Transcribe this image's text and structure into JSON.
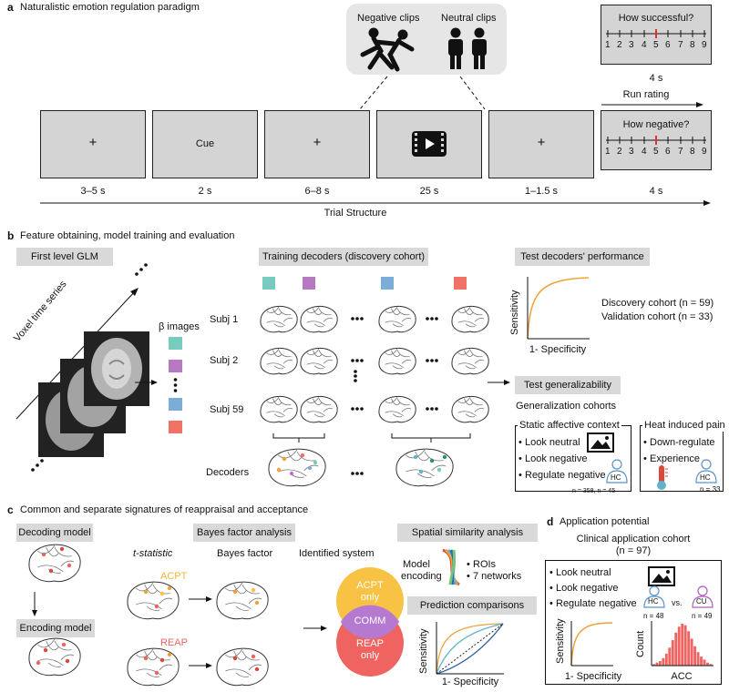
{
  "panel_a": {
    "letter": "a",
    "title": "Naturalistic emotion regulation paradigm",
    "clip_types": [
      "Negative clips",
      "Neutral clips"
    ],
    "screens": [
      {
        "content": "+",
        "duration": "3–5 s"
      },
      {
        "content": "Cue",
        "duration": "2 s"
      },
      {
        "content": "+",
        "duration": "6–8 s"
      },
      {
        "content": "video-icon",
        "duration": "25 s"
      },
      {
        "content": "+",
        "duration": "1–1.5 s"
      },
      {
        "content": "How negative?",
        "duration": "4 s"
      }
    ],
    "trial_axis": "Trial Structure",
    "run_rating": {
      "question": "How successful?",
      "duration": "4 s",
      "label": "Run rating"
    },
    "scale": [
      "1",
      "2",
      "3",
      "4",
      "5",
      "6",
      "7",
      "8",
      "9"
    ],
    "marker_color": "#e0312b"
  },
  "panel_b": {
    "letter": "b",
    "title": "Feature obtaining, model training and evaluation",
    "first_level": "First level GLM",
    "voxel_axis": "Voxel time series",
    "beta_label": "β images",
    "training_header": "Training decoders (discovery cohort)",
    "subjects": [
      "Subj 1",
      "Subj 2",
      "Subj 59"
    ],
    "decoders_label": "Decoders",
    "colors": [
      "#78cbbf",
      "#b779c2",
      "#7aaed6",
      "#ef7264"
    ],
    "test_header": "Test decoders' performance",
    "roc_ylabel": "Sensitivity",
    "roc_xlabel": "1- Specificity",
    "discovery": "Discovery cohort (n = 59)",
    "validation": "Validation cohort (n = 33)",
    "gen_header": "Test generalizability",
    "gen_cohorts": "Generalization cohorts",
    "static_title": "Static affective context",
    "static_items": [
      "Look neutral",
      "Look negative",
      "Regulate negative"
    ],
    "static_hc": "HC",
    "static_n": "n = 358, n = 45",
    "heat_title": "Heat induced pain",
    "heat_items": [
      "Down-regulate",
      "Experience"
    ],
    "heat_hc": "HC",
    "heat_n": "n = 33"
  },
  "panel_c": {
    "letter": "c",
    "title": "Common and separate signatures of reappraisal and acceptance",
    "decoding_header": "Decoding model",
    "encoding_header": "Encoding model",
    "bayes_header": "Bayes factor analysis",
    "tstat_label": "t-statistic",
    "bf_label": "Bayes factor",
    "identified": "Identified system",
    "acpt": "ACPT",
    "reap": "REAP",
    "acpt_only": [
      "ACPT",
      "only"
    ],
    "comm": "COMM",
    "reap_only": [
      "REAP",
      "only"
    ],
    "acpt_color": "#f8c244",
    "reap_color": "#ef6461",
    "comm_color": "#b57ad0",
    "spatial_header": "Spatial similarity analysis",
    "model_encoding": [
      "Model",
      "encoding"
    ],
    "spatial_items": [
      "ROIs",
      "7 networks"
    ],
    "pred_header": "Prediction comparisons",
    "pred_ylabel": "Sensitivity",
    "pred_xlabel": "1- Specificity"
  },
  "panel_d": {
    "letter": "d",
    "title": "Application potential",
    "cohort": "Clinical application cohort",
    "n": "(n = 97)",
    "items": [
      "Look neutral",
      "Look negative",
      "Regulate negative"
    ],
    "hc": "HC",
    "hc_n": "n = 48",
    "vs": "vs.",
    "cu": "CU",
    "cu_n": "n = 49",
    "roc_ylabel": "Sensitivity",
    "roc_xlabel": "1- Specificity",
    "hist_ylabel": "Count",
    "hist_xlabel": "ACC",
    "hist_values": [
      1,
      2,
      3,
      5,
      8,
      12,
      17,
      22,
      26,
      28,
      27,
      23,
      18,
      13,
      9,
      6,
      4,
      2,
      1
    ]
  }
}
